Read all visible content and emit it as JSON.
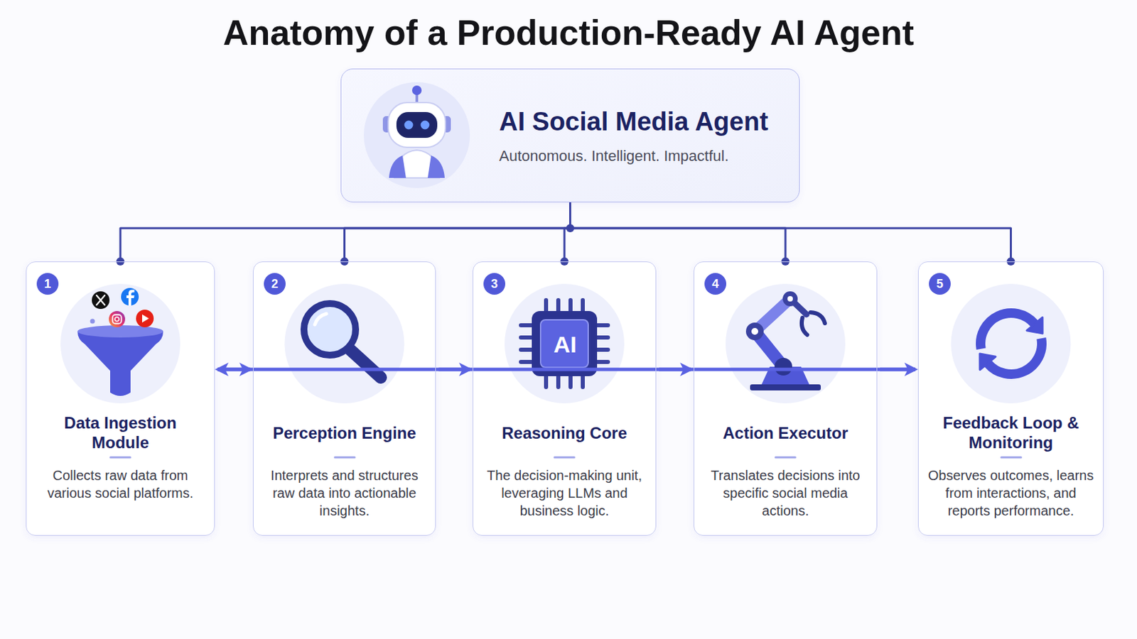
{
  "diagram": {
    "title": "Anatomy of a Production-Ready AI Agent",
    "nodes": [
      {
        "text": [
          "AI Social Media Agent",
          "Autonomous. Intelligent. Impactful."
        ]
      },
      {
        "text": [
          "Data Ingestion Module",
          "Collects raw data from various social platforms."
        ]
      },
      {
        "text": [
          "Perception Engine",
          "Interprets and structures raw data into actionable insights."
        ]
      },
      {
        "text": [
          "Reasoning Core",
          "The decision-making unit, leveraging LLMs and business logic."
        ]
      },
      {
        "text": [
          "Action Executor",
          "Translates decisions into specific social media actions."
        ]
      },
      {
        "text": [
          "Feedback Loop & Monitoring",
          "Observes outcomes, learns from interactions, and reports performance."
        ]
      }
    ],
    "edges": [
      {
        "from": 0,
        "to": 1,
        "arrow": "none"
      },
      {
        "from": 0,
        "to": 2,
        "arrow": "none"
      },
      {
        "from": 0,
        "to": 3,
        "arrow": "none"
      },
      {
        "from": 0,
        "to": 4,
        "arrow": "none"
      },
      {
        "from": 0,
        "to": 5,
        "arrow": "none"
      },
      {
        "from": 1,
        "to": 2,
        "arrow": "to"
      },
      {
        "from": 2,
        "to": 3,
        "arrow": "to"
      },
      {
        "from": 3,
        "to": 4,
        "arrow": "to"
      },
      {
        "from": 4,
        "to": 5,
        "arrow": "to"
      },
      {
        "from": 5,
        "to": 1,
        "arrow": "to"
      }
    ],
    "labels": [
      "1",
      "2",
      "3",
      "4",
      "5",
      "AI"
    ]
  }
}
